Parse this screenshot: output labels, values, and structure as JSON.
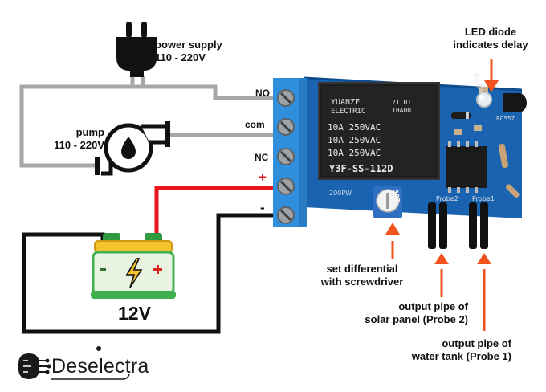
{
  "brand": {
    "name": "Deselectra"
  },
  "labels": {
    "power_supply_line1": "power supply",
    "power_supply_line2": "110 - 220V",
    "pump_line1": "pump",
    "pump_line2": "110 - 220V",
    "led_line1": "LED diode",
    "led_line2": "indicates delay",
    "differential_line1": "set differential",
    "differential_line2": "with screwdriver",
    "solar_line1": "output pipe of",
    "solar_line2": "solar panel (Probe 2)",
    "tank_line1": "output pipe of",
    "tank_line2": "water tank (Probe 1)",
    "battery": "12V"
  },
  "terminals": {
    "no": "NO",
    "com": "com",
    "nc": "NC",
    "plus": "+",
    "minus": "-"
  },
  "board_print": {
    "relay_brand": "YUANZE",
    "relay_brand2": "ELECTRIC",
    "relay_code": "21 01",
    "relay_code2": "10A00",
    "rating1": "10A  250VAC",
    "rating2": "10A  250VAC",
    "rating3": "10A  250VAC",
    "relay_model": "Y3F-SS-112D",
    "led_text": "Ry On",
    "transistor_text": "BC557",
    "probe1": "Probe1",
    "probe2": "Probe2",
    "pot_text": "502",
    "pot_label": "200PW"
  },
  "colors": {
    "board": "#1a63b0",
    "terminal_block": "#2f8fdc",
    "wire_gray": "#a7a7a7",
    "wire_red": "#e8141b",
    "wire_black": "#111111",
    "callout": "#f0541c",
    "battery_green": "#3fb04d",
    "battery_body": "#e8f3e2",
    "battery_top": "#f6c22e"
  }
}
